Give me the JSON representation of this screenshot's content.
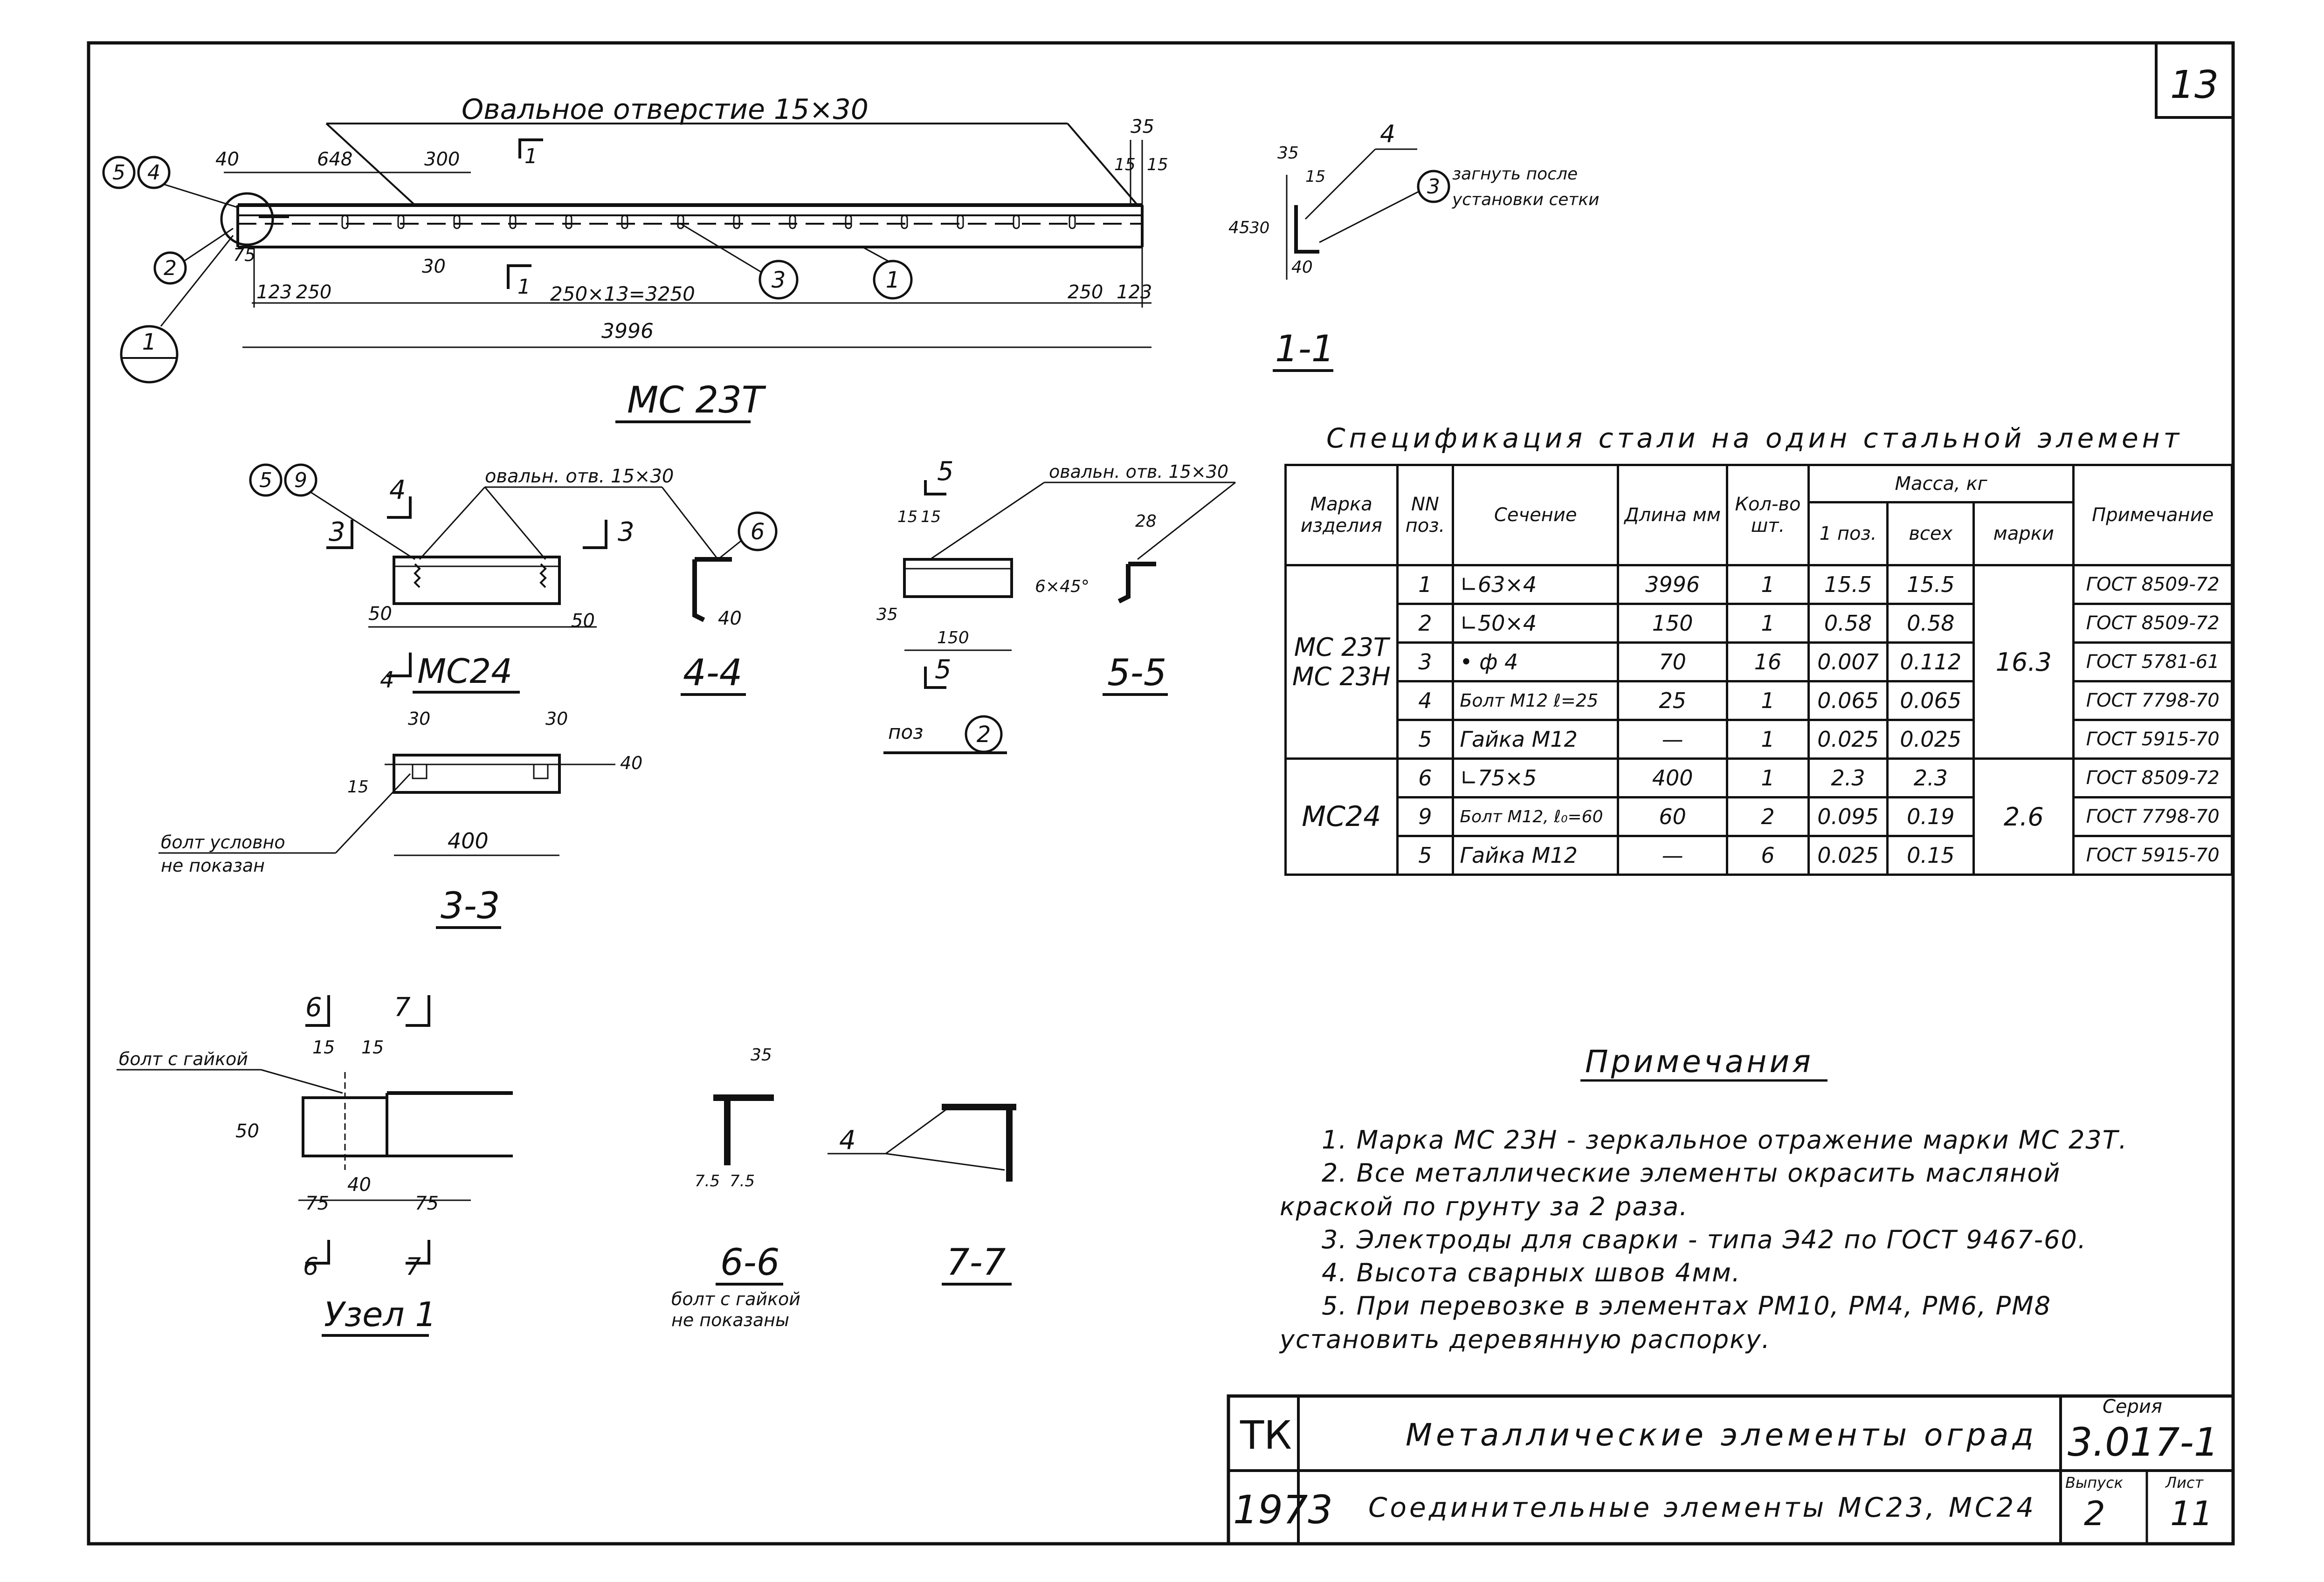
{
  "sheet_number": "13",
  "main_view": {
    "title": "МС 23Т",
    "oval_hole_label": "Овальное отверстие 15×30",
    "dims": {
      "d40": "40",
      "d648": "648",
      "d300": "300",
      "d35": "35",
      "d15a": "15",
      "d15b": "15",
      "d75": "75",
      "d123a": "123",
      "d250a": "250",
      "d30": "30",
      "d_span": "250×13=3250",
      "d250b": "250",
      "d123b": "123",
      "d_total": "3996"
    },
    "section_mark": "1",
    "callouts": [
      "5",
      "4",
      "2",
      "1",
      "3",
      "1"
    ]
  },
  "section_1_1": {
    "title": "1-1",
    "weld": "4",
    "note_bend": "загнуть после",
    "note_install": "установки сетки",
    "callout": "3",
    "dims": {
      "d35": "35",
      "d15": "15",
      "d45": "45",
      "d30": "30",
      "d40": "40"
    }
  },
  "ms24_view": {
    "title": "МС24",
    "oval_label": "овальн. отв. 15×30",
    "callouts": [
      "5",
      "9"
    ],
    "section_marks": [
      "4",
      "3",
      "3",
      "4"
    ],
    "dims": {
      "d50a": "50",
      "d50b": "50"
    }
  },
  "section_4_4": {
    "title": "4-4",
    "callout": "6",
    "dim": "40"
  },
  "section_5_5": {
    "title": "5-5",
    "oval_label": "овальн. отв. 15×30",
    "section_mark": "5",
    "dims": {
      "d15a": "15",
      "d15b": "15",
      "d35": "35",
      "d150": "150",
      "d28": "28",
      "chamfer": "6×45°"
    },
    "pos_label": "поз",
    "pos_callout": "2"
  },
  "section_3_3": {
    "title": "3-3",
    "dims": {
      "d30a": "30",
      "d30b": "30",
      "d15": "15",
      "d40": "40",
      "d400": "400"
    },
    "note1": "болт условно",
    "note2": "не показан"
  },
  "node_1": {
    "title": "Узел 1",
    "bolt_label": "болт с гайкой",
    "section_marks": [
      "6",
      "7",
      "6",
      "7"
    ],
    "dims": {
      "d15a": "15",
      "d15b": "15",
      "d50": "50",
      "d75a": "75",
      "d40": "40",
      "d75b": "75"
    }
  },
  "section_6_6": {
    "title": "6-6",
    "dims": {
      "d35": "35",
      "d75a": "7.5",
      "d75b": "7.5"
    },
    "note1": "болт с гайкой",
    "note2": "не показаны"
  },
  "section_7_7": {
    "title": "7-7",
    "weld": "4"
  },
  "spec": {
    "title": "Спецификация стали на один стальной элемент",
    "headers": {
      "mark": "Марка изделия",
      "pos": "NN поз.",
      "section": "Сечение",
      "length": "Длина мм",
      "qty": "Кол-во шт.",
      "mass": "Масса, кг",
      "mass_pos": "1 поз.",
      "mass_all": "всех",
      "mass_mark": "марки",
      "note": "Примечание"
    },
    "groups": [
      {
        "mark": "МС 23Т МС 23Н",
        "mark_mass": "16.3",
        "rows": [
          {
            "pos": "1",
            "section": "∟63×4",
            "length": "3996",
            "qty": "1",
            "m1": "15.5",
            "mall": "15.5",
            "note": "ГОСТ 8509-72"
          },
          {
            "pos": "2",
            "section": "∟50×4",
            "length": "150",
            "qty": "1",
            "m1": "0.58",
            "mall": "0.58",
            "note": "ГОСТ 8509-72"
          },
          {
            "pos": "3",
            "section": "• ф 4",
            "length": "70",
            "qty": "16",
            "m1": "0.007",
            "mall": "0.112",
            "note": "ГОСТ 5781-61"
          },
          {
            "pos": "4",
            "section": "Болт М12 ℓ=25",
            "length": "25",
            "qty": "1",
            "m1": "0.065",
            "mall": "0.065",
            "note": "ГОСТ 7798-70"
          },
          {
            "pos": "5",
            "section": "Гайка М12",
            "length": "—",
            "qty": "1",
            "m1": "0.025",
            "mall": "0.025",
            "note": "ГОСТ 5915-70"
          }
        ]
      },
      {
        "mark": "МС24",
        "mark_mass": "2.6",
        "rows": [
          {
            "pos": "6",
            "section": "∟75×5",
            "length": "400",
            "qty": "1",
            "m1": "2.3",
            "mall": "2.3",
            "note": "ГОСТ 8509-72"
          },
          {
            "pos": "9",
            "section": "Болт М12, ℓ₀=60",
            "length": "60",
            "qty": "2",
            "m1": "0.095",
            "mall": "0.19",
            "note": "ГОСТ 7798-70"
          },
          {
            "pos": "5",
            "section": "Гайка М12",
            "length": "—",
            "qty": "6",
            "m1": "0.025",
            "mall": "0.15",
            "note": "ГОСТ 5915-70"
          }
        ]
      }
    ]
  },
  "notes": {
    "title": "Примечания",
    "lines": [
      "1. Марка МС 23Н - зеркальное отражение марки МС 23Т.",
      "2. Все металлические элементы окрасить масляной",
      "краской по грунту за 2 раза.",
      "3. Электроды для сварки - типа Э42 по ГОСТ 9467-60.",
      "4. Высота сварных швов 4мм.",
      "5. При перевозке в элементах РМ10, РМ4, РМ6, РМ8",
      "установить деревянную распорку."
    ]
  },
  "title_block": {
    "org": "ТК",
    "year": "1973",
    "title1": "Металлические элементы оград",
    "title2": "Соединительные элементы МС23, МС24",
    "series_label": "Серия",
    "series": "3.017-1",
    "issue_label": "Выпуск",
    "issue": "2",
    "sheet_label": "Лист",
    "sheet": "11"
  }
}
